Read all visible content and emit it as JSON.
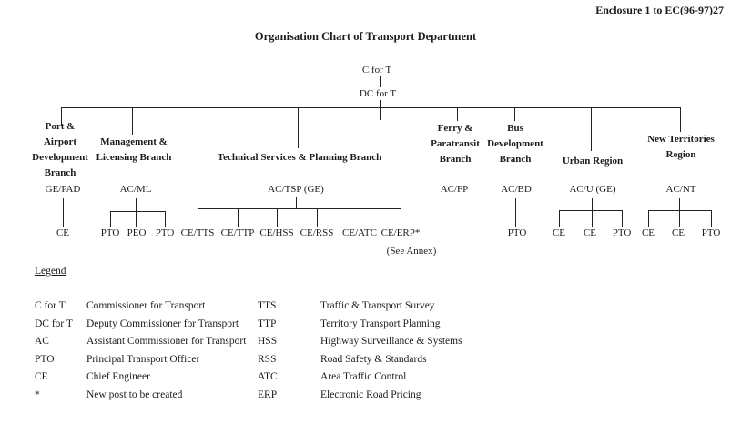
{
  "page": {
    "enclosure": "Enclosure 1 to EC(96-97)27",
    "title": "Organisation Chart of Transport Department"
  },
  "chart": {
    "root": "C for T",
    "deputy": "DC for T",
    "branches": [
      {
        "name": "Port &\nAirport\nDevelopment\nBranch",
        "head": "GE/PAD",
        "children": [
          "CE"
        ]
      },
      {
        "name": "Management &\nLicensing Branch",
        "head": "AC/ML",
        "children": [
          "PTO",
          "PEO",
          "PTO"
        ]
      },
      {
        "name": "Technical Services & Planning Branch",
        "head": "AC/TSP (GE)",
        "children": [
          "CE/TTS",
          "CE/TTP",
          "CE/HSS",
          "CE/RSS",
          "CE/ATC",
          "CE/ERP*"
        ],
        "note": "(See Annex)"
      },
      {
        "name": "Ferry &\nParatransit\nBranch",
        "head": "AC/FP",
        "children": []
      },
      {
        "name": "Bus\nDevelopment\nBranch",
        "head": "AC/BD",
        "children": [
          "PTO"
        ]
      },
      {
        "name": "Urban Region",
        "head": "AC/U (GE)",
        "children": [
          "CE",
          "CE",
          "PTO"
        ]
      },
      {
        "name": "New Territories\nRegion",
        "head": "AC/NT",
        "children": [
          "CE",
          "CE",
          "PTO"
        ]
      }
    ]
  },
  "legend": {
    "heading": "Legend",
    "left": [
      {
        "abbr": "C for T",
        "meaning": "Commissioner for Transport"
      },
      {
        "abbr": "DC for T",
        "meaning": "Deputy Commissioner for Transport"
      },
      {
        "abbr": "AC",
        "meaning": "Assistant Commissioner for Transport"
      },
      {
        "abbr": "PTO",
        "meaning": "Principal Transport Officer"
      },
      {
        "abbr": "CE",
        "meaning": "Chief Engineer"
      },
      {
        "abbr": "*",
        "meaning": "New post to be created"
      }
    ],
    "right": [
      {
        "abbr": "TTS",
        "meaning": "Traffic & Transport Survey"
      },
      {
        "abbr": "TTP",
        "meaning": "Territory Transport Planning"
      },
      {
        "abbr": "HSS",
        "meaning": "Highway Surveillance & Systems"
      },
      {
        "abbr": "RSS",
        "meaning": "Road Safety & Standards"
      },
      {
        "abbr": "ATC",
        "meaning": "Area Traffic Control"
      },
      {
        "abbr": "ERP",
        "meaning": "Electronic Road Pricing"
      }
    ]
  }
}
